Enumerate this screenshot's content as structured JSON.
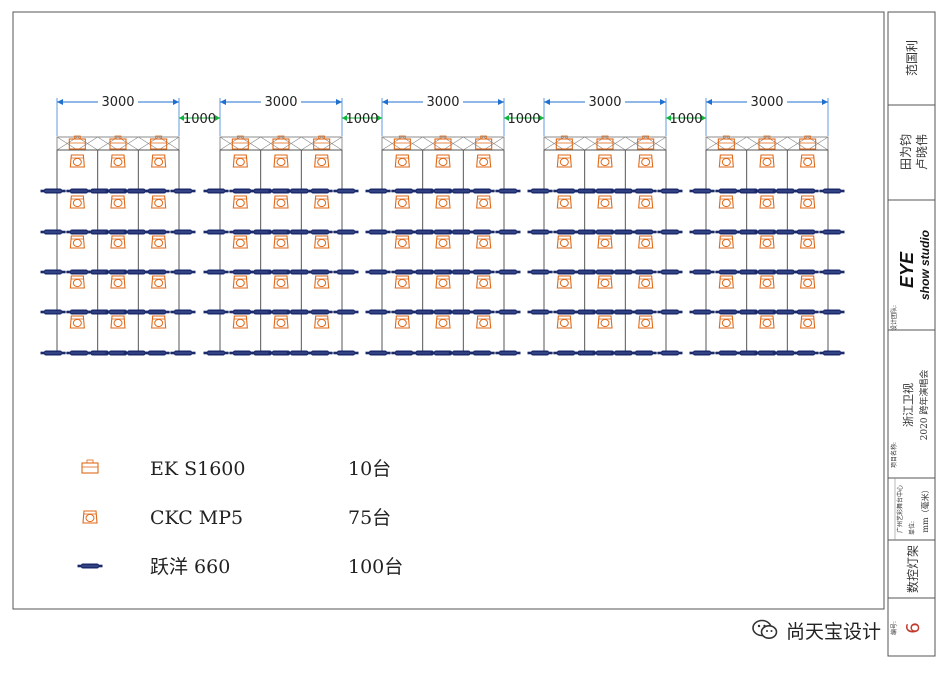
{
  "colors": {
    "frame": "#555555",
    "truss": "#8c8c8c",
    "dimension": "#1f6fd0",
    "gap_dimension": "#12b33a",
    "fixture_orange": "#e06a1a",
    "fixture_navy": "#1b2a6b"
  },
  "rig": {
    "group_count": 5,
    "span_label": "3000",
    "gap_label": "1000"
  },
  "legend": [
    {
      "icon": "ek-s1600-icon",
      "model": "EK S1600",
      "qty": "10台"
    },
    {
      "icon": "ckc-mp5-icon",
      "model": "CKC MP5",
      "qty": "75台"
    },
    {
      "icon": "yueyang-660-icon",
      "model": "跃洋 660",
      "qty": "100台"
    }
  ],
  "title_block": {
    "reviewer": "范国利",
    "designers": [
      "田为钧",
      "卢晓伟"
    ],
    "logo_main": "EYE",
    "logo_sub": "show studio",
    "designer_unit_label": "设计团队:",
    "project_label": "项目名称:",
    "project_lines": [
      "浙江卫视",
      "2020 跨年演唱会"
    ],
    "company": "广州艺彩舞台中心",
    "unit_label": "单位:",
    "unit": "mm（毫米）",
    "drawing_name": "数控灯架",
    "sheet_no": "6",
    "sheet_label": "编号:"
  },
  "watermark": {
    "icon": "wechat-icon",
    "label": "尚天宝设计"
  }
}
